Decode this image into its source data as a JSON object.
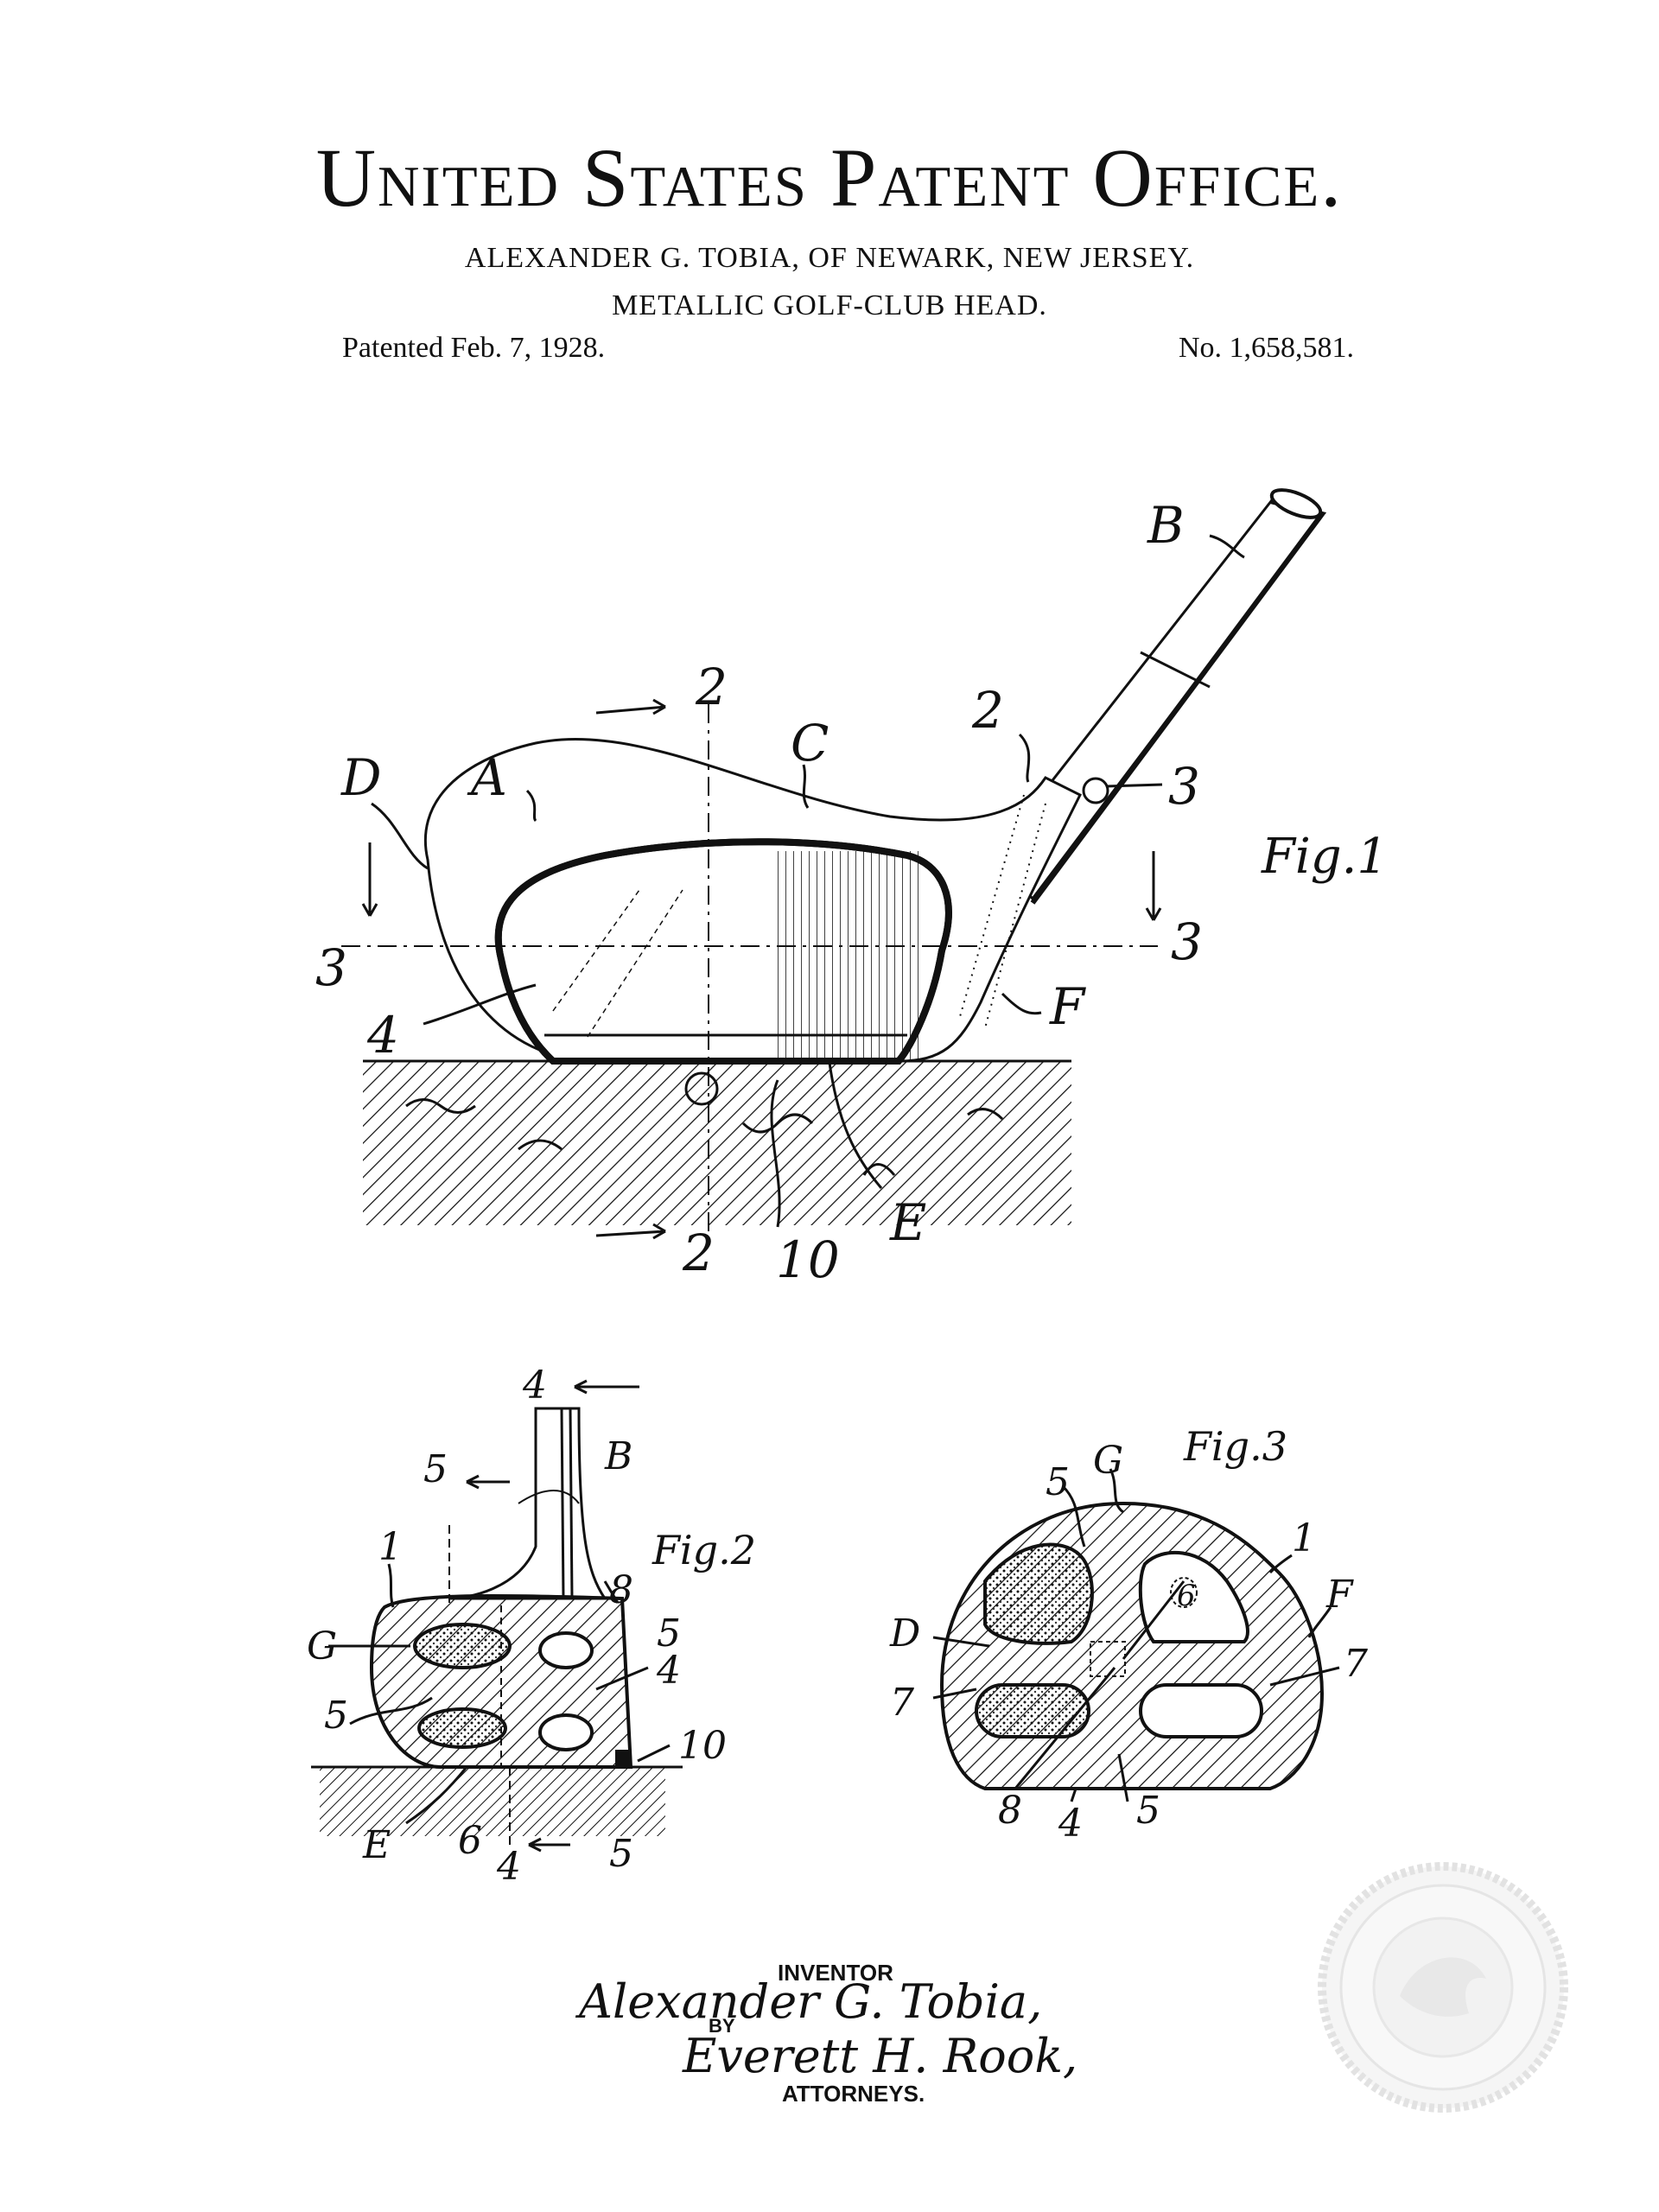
{
  "header": {
    "office": "United States Patent Office.",
    "inventor_line": "ALEXANDER G. TOBIA, OF NEWARK, NEW JERSEY.",
    "invention": "METALLIC GOLF-CLUB HEAD.",
    "patented": "Patented  Feb. 7, 1928.",
    "number": "No. 1,658,581."
  },
  "figures": {
    "fig1": {
      "caption": "Fig.1",
      "labels": {
        "B": "B",
        "D": "D",
        "A": "A",
        "C": "C",
        "two_top": "2",
        "two_right": "2",
        "three_circle": "3",
        "three_left": "3",
        "three_right": "3",
        "four": "4",
        "F": "F",
        "E": "E",
        "ten": "10",
        "two_bottom": "2"
      }
    },
    "fig2": {
      "caption": "Fig.2",
      "labels": {
        "four_top": "4",
        "B": "B",
        "five_top": "5",
        "one": "1",
        "eight": "8",
        "G": "G",
        "five_a": "5",
        "four": "4",
        "five_b": "5",
        "ten": "10",
        "E": "E",
        "six": "6",
        "four_bottom": "4",
        "five_bottom": "5"
      }
    },
    "fig3": {
      "caption": "Fig.3",
      "labels": {
        "G": "G",
        "five_top": "5",
        "one": "1",
        "six": "6",
        "F": "F",
        "D": "D",
        "seven_left": "7",
        "seven_right": "7",
        "eight": "8",
        "four": "4",
        "five_bottom": "5"
      }
    }
  },
  "signature": {
    "inventor_label": "INVENTOR",
    "inventor_name": "Alexander G. Tobia,",
    "by_label": "BY",
    "attorney_name": "Everett H. Rook,",
    "attorneys_label": "ATTORNEYS."
  }
}
